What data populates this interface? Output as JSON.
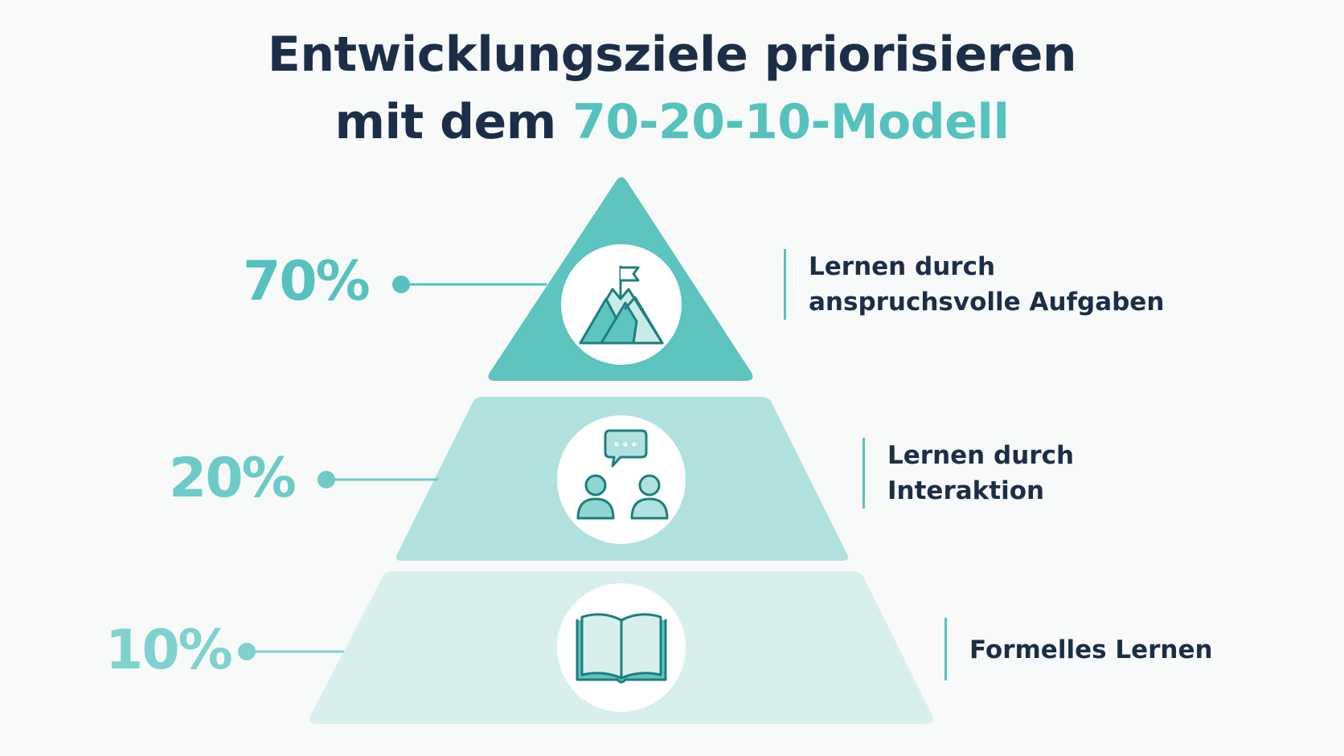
{
  "title": {
    "line1": "Entwicklungsziele priorisieren",
    "line2_prefix": "mit dem ",
    "line2_accent": "70-20-10-Modell"
  },
  "tiers": [
    {
      "percent": "70%",
      "value": 70,
      "label_lines": [
        "Lernen durch",
        "anspruchsvolle Aufgaben"
      ],
      "icon": "mountain-flag-icon",
      "color": "#5dc4bf",
      "pct_color": "#55c2bd"
    },
    {
      "percent": "20%",
      "value": 20,
      "label_lines": [
        "Lernen durch",
        "Interaktion"
      ],
      "icon": "people-chat-icon",
      "color": "#b1e1df",
      "pct_color": "#6ccbc6"
    },
    {
      "percent": "10%",
      "value": 10,
      "label_lines": [
        "Formelles Lernen"
      ],
      "icon": "open-book-icon",
      "color": "#d9efee",
      "pct_color": "#7fd2cd"
    }
  ],
  "colors": {
    "title": "#1c2e47",
    "accent": "#55c2bd",
    "icon_stroke": "#1d7f7d",
    "background": "#f8f9f9"
  }
}
